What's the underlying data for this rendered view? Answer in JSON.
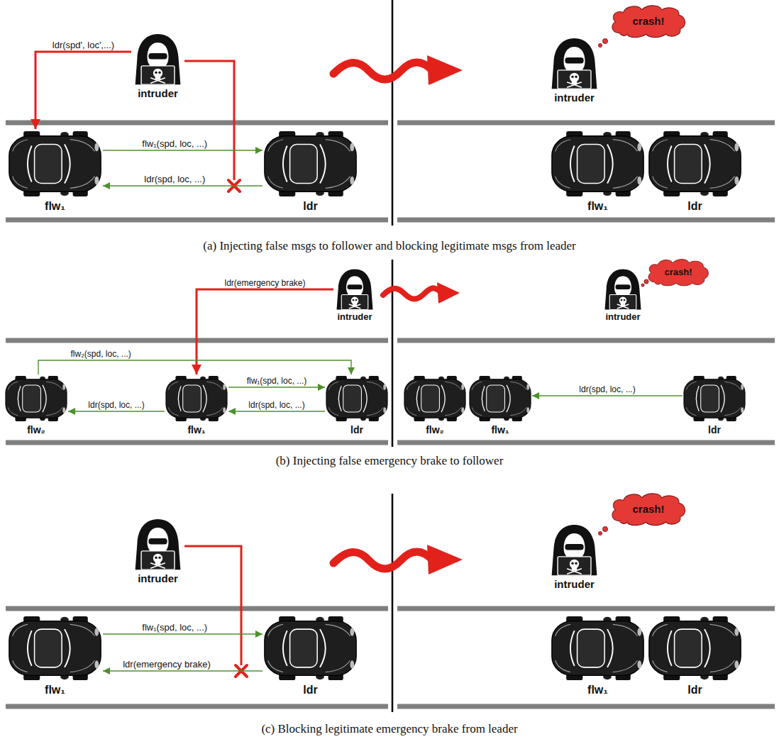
{
  "diagram": {
    "nodes": [
      {
        "text": [
          "intruder"
        ]
      },
      {
        "text": [
          "flw₁"
        ]
      },
      {
        "text": [
          "ldr"
        ]
      },
      {
        "text": [
          "crash!"
        ]
      },
      {
        "text": [
          "intruder"
        ]
      },
      {
        "text": [
          "flw₁"
        ]
      },
      {
        "text": [
          "ldr"
        ]
      },
      {
        "text": [
          "intruder"
        ]
      },
      {
        "text": [
          "flw₂"
        ]
      },
      {
        "text": [
          "flw₁"
        ]
      },
      {
        "text": [
          "ldr"
        ]
      },
      {
        "text": [
          "crash!"
        ]
      },
      {
        "text": [
          "intruder"
        ]
      },
      {
        "text": [
          "flw₂"
        ]
      },
      {
        "text": [
          "flw₁"
        ]
      },
      {
        "text": [
          "ldr"
        ]
      },
      {
        "text": [
          "intruder"
        ]
      },
      {
        "text": [
          "flw₁"
        ]
      },
      {
        "text": [
          "ldr"
        ]
      },
      {
        "text": [
          "crash!"
        ]
      },
      {
        "text": [
          "intruder"
        ]
      },
      {
        "text": [
          "flw₁"
        ]
      },
      {
        "text": [
          "ldr"
        ]
      }
    ],
    "edges": [
      {
        "from": 0,
        "to": 1,
        "label": "ldr(spd', loc',...)",
        "arrow": "to"
      },
      {
        "from": 1,
        "to": 2,
        "label": "flw₁(spd, loc, ...)",
        "arrow": "to"
      },
      {
        "from": 2,
        "to": 1,
        "label": "ldr(spd, loc, ...)",
        "arrow": "to"
      },
      {
        "from": 7,
        "to": 9,
        "label": "ldr(emergency brake)",
        "arrow": "to"
      },
      {
        "from": 8,
        "to": 10,
        "label": "flw₂(spd, loc, ...)",
        "arrow": "to"
      },
      {
        "from": 9,
        "to": 10,
        "label": "flw₁(spd, loc, ...)",
        "arrow": "to"
      },
      {
        "from": 10,
        "to": 9,
        "label": "ldr(spd, loc, ...)",
        "arrow": "to"
      },
      {
        "from": 9,
        "to": 8,
        "label": "ldr(spd, loc, ...)",
        "arrow": "to"
      },
      {
        "from": 15,
        "to": 14,
        "label": "ldr(spd, loc, ...)",
        "arrow": "to"
      },
      {
        "from": 17,
        "to": 18,
        "label": "flw₁(spd, loc, ...)",
        "arrow": "to"
      },
      {
        "from": 18,
        "to": 17,
        "label": "ldr(emergency brake)",
        "arrow": "to"
      }
    ],
    "labels": [
      "(a) Injecting false msgs to follower and blocking legitimate msgs from leader",
      "(b) Injecting false emergency brake to follower",
      "(c) Blocking legitimate emergency brake from leader"
    ]
  }
}
